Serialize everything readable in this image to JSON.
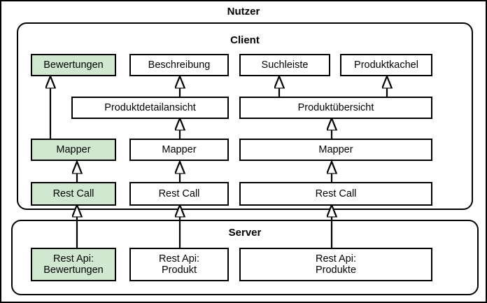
{
  "diagram": {
    "title": "Nutzer",
    "containers": [
      {
        "id": "client",
        "label": "Client"
      },
      {
        "id": "server",
        "label": "Server"
      }
    ],
    "nodes": [
      {
        "id": "bewertungen",
        "label": "Bewertungen",
        "highlight": true
      },
      {
        "id": "beschreibung",
        "label": "Beschreibung",
        "highlight": false
      },
      {
        "id": "suchleiste",
        "label": "Suchleiste",
        "highlight": false
      },
      {
        "id": "produktkachel",
        "label": "Produktkachel",
        "highlight": false
      },
      {
        "id": "produktdetailansicht",
        "label": "Produktdetailansicht",
        "highlight": false
      },
      {
        "id": "produktuebersicht",
        "label": "Produktübersicht",
        "highlight": false
      },
      {
        "id": "mapper-1",
        "label": "Mapper",
        "highlight": true
      },
      {
        "id": "mapper-2",
        "label": "Mapper",
        "highlight": false
      },
      {
        "id": "mapper-3",
        "label": "Mapper",
        "highlight": false
      },
      {
        "id": "restcall-1",
        "label": "Rest Call",
        "highlight": true
      },
      {
        "id": "restcall-2",
        "label": "Rest Call",
        "highlight": false
      },
      {
        "id": "restcall-3",
        "label": "Rest Call",
        "highlight": false
      },
      {
        "id": "restapi-bewertungen",
        "label": "Rest Api:\nBewertungen",
        "highlight": true
      },
      {
        "id": "restapi-produkt",
        "label": "Rest Api:\nProdukt",
        "highlight": false
      },
      {
        "id": "restapi-produkte",
        "label": "Rest Api:\nProdukte",
        "highlight": false
      }
    ],
    "colors": {
      "highlight_fill": "#cfe8cf",
      "stroke": "#000000",
      "background": "#ffffff"
    }
  }
}
